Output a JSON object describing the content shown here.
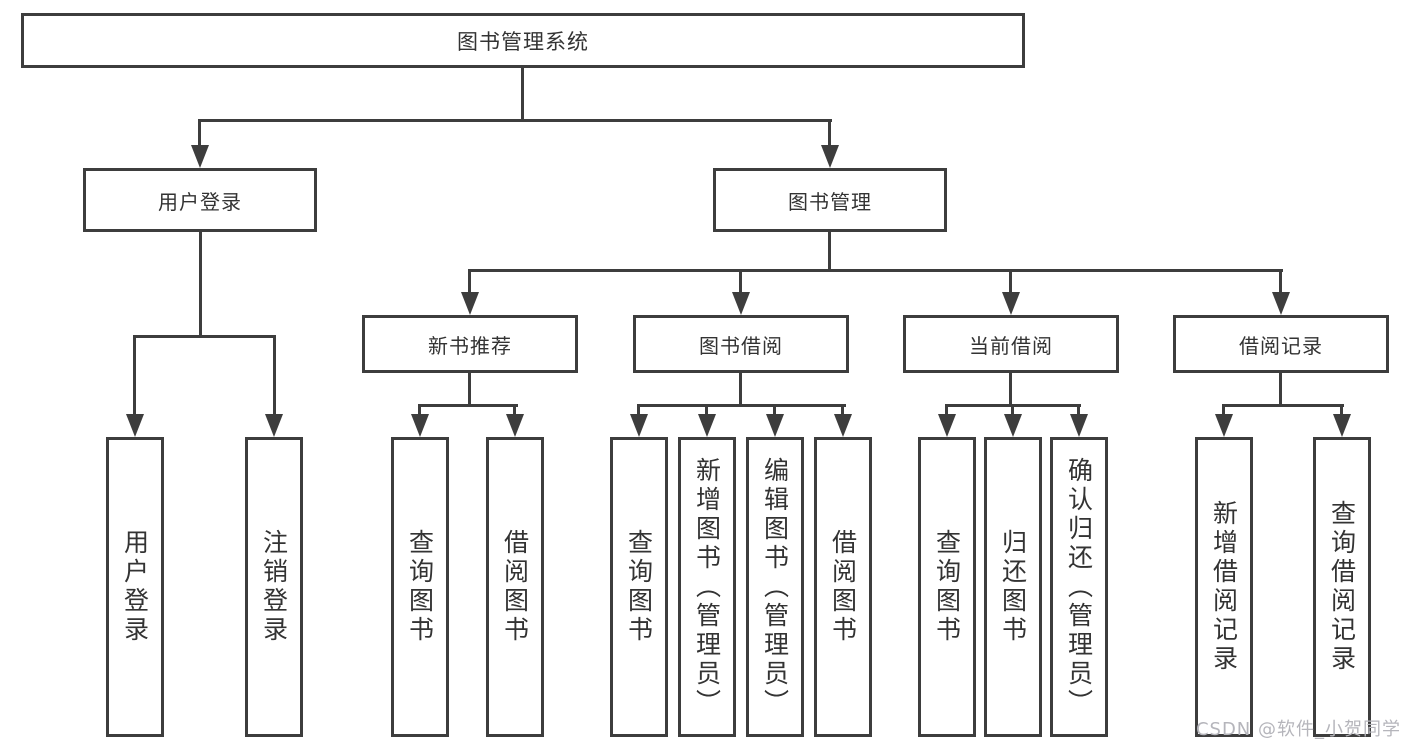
{
  "diagram": {
    "root_label": "图书管理系统",
    "branches": [
      {
        "label": "用户登录",
        "children": [
          {
            "label": "用户登录"
          },
          {
            "label": "注销登录"
          }
        ]
      },
      {
        "label": "图书管理",
        "children": [
          {
            "label": "新书推荐",
            "children": [
              {
                "label": "查询图书"
              },
              {
                "label": "借阅图书"
              }
            ]
          },
          {
            "label": "图书借阅",
            "children": [
              {
                "label": "查询图书"
              },
              {
                "label": "新增图书（管理员）"
              },
              {
                "label": "编辑图书（管理员）"
              },
              {
                "label": "借阅图书"
              }
            ]
          },
          {
            "label": "当前借阅",
            "children": [
              {
                "label": "查询图书"
              },
              {
                "label": "归还图书"
              },
              {
                "label": "确认归还（管理员）"
              }
            ]
          },
          {
            "label": "借阅记录",
            "children": [
              {
                "label": "新增借阅记录"
              },
              {
                "label": "查询借阅记录"
              }
            ]
          }
        ]
      }
    ]
  },
  "watermark": {
    "text": "CSDN @软件_小贺同学"
  },
  "colors": {
    "line": "#3d3d3d",
    "text": "#333333",
    "background": "#ffffff",
    "watermark": "#b5b5bb"
  }
}
